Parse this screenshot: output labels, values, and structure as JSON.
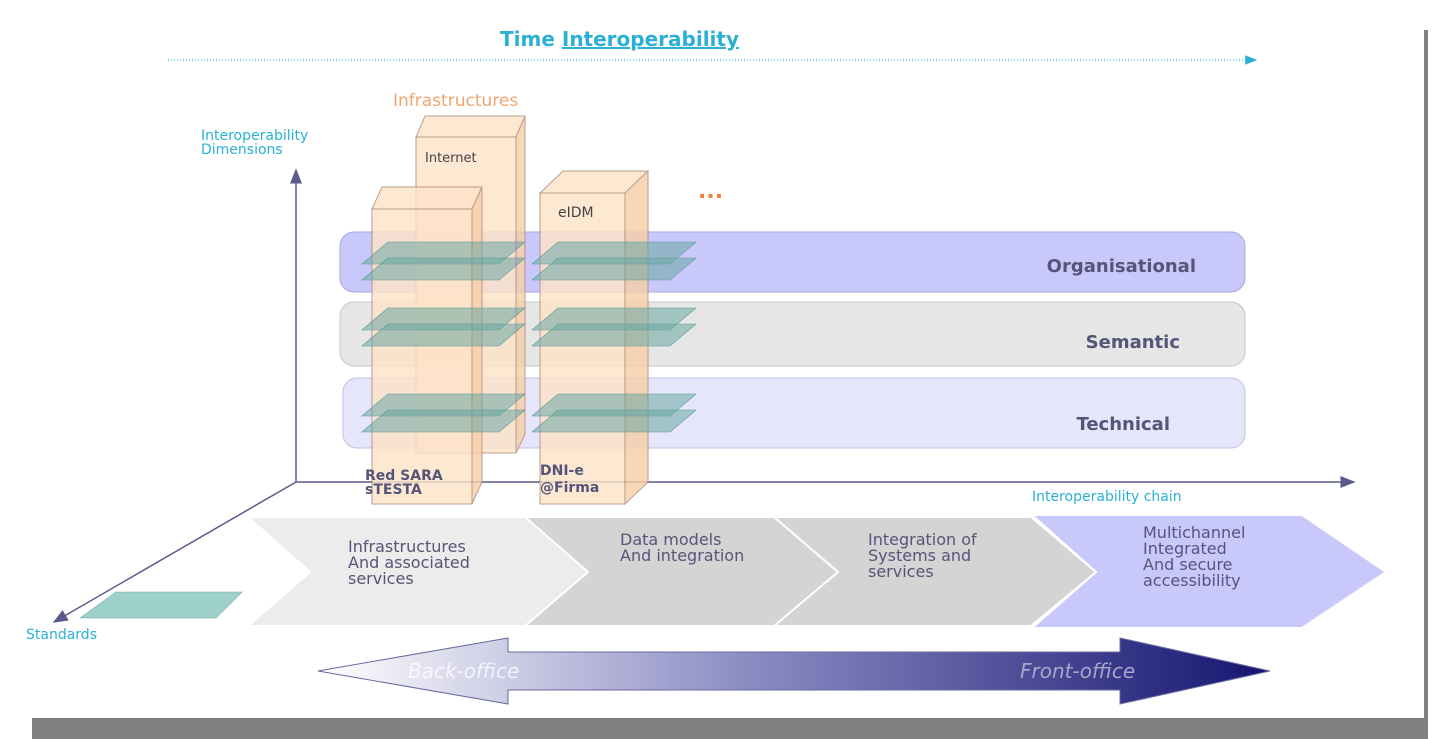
{
  "title": {
    "prefix": "Time ",
    "emph": "Interoperability"
  },
  "infrastructures_label": "Infrastructures",
  "ellipsis": "...",
  "axes": {
    "vertical": [
      "Interoperability",
      "Dimensions"
    ],
    "horizontal": "Interoperability chain",
    "depth": "Standards"
  },
  "dimensions": [
    {
      "label": "Organisational",
      "color": "#c8c8fa"
    },
    {
      "label": "Semantic",
      "color": "#e6e6e6"
    },
    {
      "label": "Technical",
      "color": "#e6e6fa"
    }
  ],
  "pillars": {
    "internet": "Internet",
    "eidm": "eIDM",
    "redsara": [
      "Red SARA",
      "sTESTA"
    ],
    "dnie": [
      "DNI-e",
      "@Firma"
    ]
  },
  "chain": [
    {
      "lines": [
        "Infrastructures",
        "And associated",
        "services"
      ],
      "color": "#ececec"
    },
    {
      "lines": [
        "Data models",
        "And integration"
      ],
      "color": "#d4d4d4"
    },
    {
      "lines": [
        "Integration of",
        "Systems and",
        "services"
      ],
      "color": "#d4d4d4"
    },
    {
      "lines": [
        "Multichannel",
        "Integrated",
        "And secure",
        "accessibility"
      ],
      "color": "#c8c8fa"
    }
  ],
  "office_arrow": {
    "left": "Back-office",
    "right": "Front-office"
  },
  "colors": {
    "accent": "#2ab0d4",
    "pillar_fill": "#fde3c8",
    "plane": "#7fb8b0",
    "arrow_dark": "#1a1a7a"
  }
}
